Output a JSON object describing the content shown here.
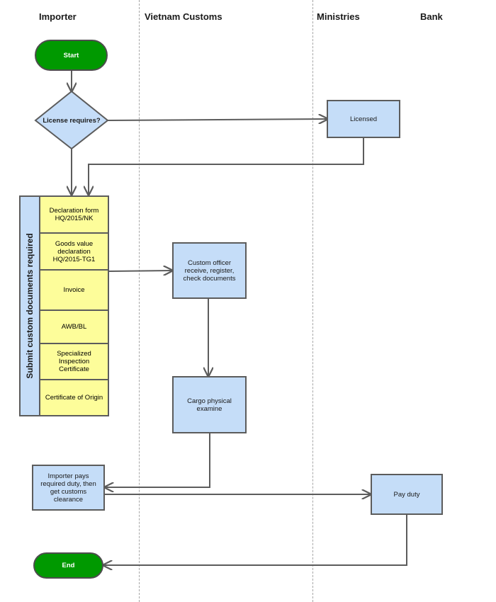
{
  "lanes": {
    "importer": "Importer",
    "customs": "Vietnam Customs",
    "ministries": "Ministries",
    "bank": "Bank"
  },
  "nodes": {
    "start": "Start",
    "license_decision": "License requires?",
    "licensed": "Licensed",
    "docs_header": "Submit custom documents required",
    "docs": [
      "Declaration form HQ/2015/NK",
      "Goods value declaration HQ/2015-TG1",
      "Invoice",
      "AWB/BL",
      "Specialized Inspection Certificate",
      "Certificate of Origin"
    ],
    "officer": "Custom officer receive, register, check documents",
    "cargo": "Cargo physical examine",
    "importer_pays": "Importer pays required duty, then get customs clearance",
    "pay_duty": "Pay duty",
    "end": "End"
  },
  "colors": {
    "terminal": "#009900",
    "process": "#c5ddf8",
    "document": "#fdfd9a",
    "line": "#5c5c5c"
  }
}
